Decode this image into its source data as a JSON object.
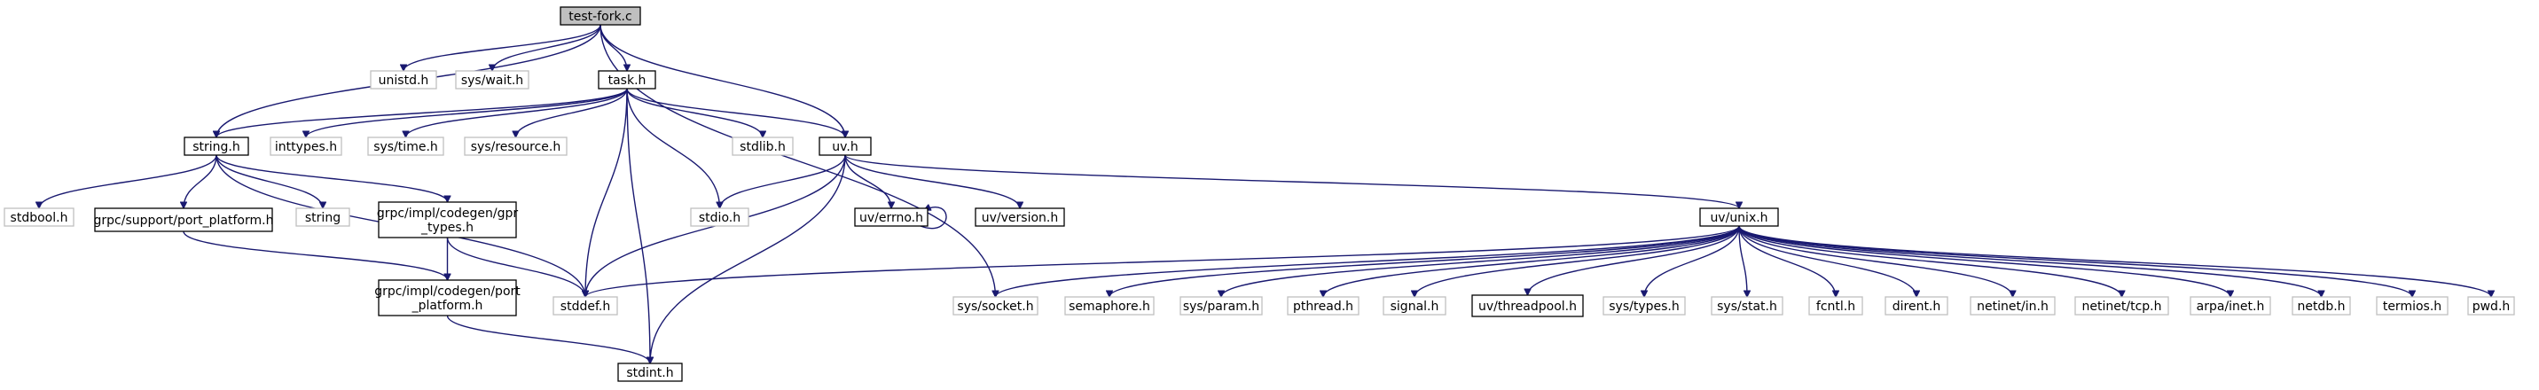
{
  "diagram": {
    "style": {
      "edge_color": "#191970",
      "root_fill": "#bfbfbf",
      "documented_border": "#000000",
      "external_border": "#bfbfbf",
      "background": "#ffffff"
    },
    "nodes": [
      {
        "id": "test_fork_c",
        "label": "test-fork.c",
        "kind": "root"
      },
      {
        "id": "unistd_h",
        "label": "unistd.h",
        "kind": "external"
      },
      {
        "id": "sys_wait_h",
        "label": "sys/wait.h",
        "kind": "external"
      },
      {
        "id": "task_h",
        "label": "task.h",
        "kind": "documented"
      },
      {
        "id": "uv_h",
        "label": "uv.h",
        "kind": "documented"
      },
      {
        "id": "string_h",
        "label": "string.h",
        "kind": "documented"
      },
      {
        "id": "inttypes_h",
        "label": "inttypes.h",
        "kind": "external"
      },
      {
        "id": "sys_time_h",
        "label": "sys/time.h",
        "kind": "external"
      },
      {
        "id": "sys_resource_h",
        "label": "sys/resource.h",
        "kind": "external"
      },
      {
        "id": "stdlib_h",
        "label": "stdlib.h",
        "kind": "external"
      },
      {
        "id": "stdbool_h",
        "label": "stdbool.h",
        "kind": "external"
      },
      {
        "id": "port_platform_h",
        "label": "grpc/support/port_platform.h",
        "kind": "documented"
      },
      {
        "id": "string_ext",
        "label": "string",
        "kind": "external"
      },
      {
        "id": "gpr_types_h",
        "label": "grpc/impl/codegen/gpr\n_types.h",
        "kind": "documented"
      },
      {
        "id": "stdio_h",
        "label": "stdio.h",
        "kind": "external"
      },
      {
        "id": "uv_errno_h",
        "label": "uv/errno.h",
        "kind": "documented"
      },
      {
        "id": "uv_version_h",
        "label": "uv/version.h",
        "kind": "documented"
      },
      {
        "id": "uv_unix_h",
        "label": "uv/unix.h",
        "kind": "documented"
      },
      {
        "id": "codegen_port_platform_h",
        "label": "grpc/impl/codegen/port\n_platform.h",
        "kind": "documented"
      },
      {
        "id": "stddef_h",
        "label": "stddef.h",
        "kind": "external"
      },
      {
        "id": "stdint_h",
        "label": "stdint.h",
        "kind": "documented"
      },
      {
        "id": "sys_socket_h",
        "label": "sys/socket.h",
        "kind": "external"
      },
      {
        "id": "semaphore_h",
        "label": "semaphore.h",
        "kind": "external"
      },
      {
        "id": "sys_param_h",
        "label": "sys/param.h",
        "kind": "external"
      },
      {
        "id": "pthread_h",
        "label": "pthread.h",
        "kind": "external"
      },
      {
        "id": "signal_h",
        "label": "signal.h",
        "kind": "external"
      },
      {
        "id": "uv_threadpool_h",
        "label": "uv/threadpool.h",
        "kind": "documented"
      },
      {
        "id": "sys_types_h",
        "label": "sys/types.h",
        "kind": "external"
      },
      {
        "id": "sys_stat_h",
        "label": "sys/stat.h",
        "kind": "external"
      },
      {
        "id": "fcntl_h",
        "label": "fcntl.h",
        "kind": "external"
      },
      {
        "id": "dirent_h",
        "label": "dirent.h",
        "kind": "external"
      },
      {
        "id": "netinet_in_h",
        "label": "netinet/in.h",
        "kind": "external"
      },
      {
        "id": "netinet_tcp_h",
        "label": "netinet/tcp.h",
        "kind": "external"
      },
      {
        "id": "arpa_inet_h",
        "label": "arpa/inet.h",
        "kind": "external"
      },
      {
        "id": "netdb_h",
        "label": "netdb.h",
        "kind": "external"
      },
      {
        "id": "termios_h",
        "label": "termios.h",
        "kind": "external"
      },
      {
        "id": "pwd_h",
        "label": "pwd.h",
        "kind": "external"
      }
    ],
    "edges": [
      [
        "test_fork_c",
        "unistd_h"
      ],
      [
        "test_fork_c",
        "sys_wait_h"
      ],
      [
        "test_fork_c",
        "task_h"
      ],
      [
        "test_fork_c",
        "uv_h"
      ],
      [
        "test_fork_c",
        "string_h"
      ],
      [
        "test_fork_c",
        "sys_socket_h"
      ],
      [
        "task_h",
        "string_h"
      ],
      [
        "task_h",
        "inttypes_h"
      ],
      [
        "task_h",
        "sys_time_h"
      ],
      [
        "task_h",
        "sys_resource_h"
      ],
      [
        "task_h",
        "stdlib_h"
      ],
      [
        "task_h",
        "uv_h"
      ],
      [
        "task_h",
        "stdio_h"
      ],
      [
        "task_h",
        "stddef_h"
      ],
      [
        "task_h",
        "stdint_h"
      ],
      [
        "string_h",
        "stdbool_h"
      ],
      [
        "string_h",
        "port_platform_h"
      ],
      [
        "string_h",
        "string_ext"
      ],
      [
        "string_h",
        "gpr_types_h"
      ],
      [
        "string_h",
        "stddef_h"
      ],
      [
        "port_platform_h",
        "codegen_port_platform_h"
      ],
      [
        "gpr_types_h",
        "codegen_port_platform_h"
      ],
      [
        "gpr_types_h",
        "stddef_h"
      ],
      [
        "codegen_port_platform_h",
        "stdint_h"
      ],
      [
        "uv_h",
        "stdio_h"
      ],
      [
        "uv_h",
        "stddef_h"
      ],
      [
        "uv_h",
        "stdint_h"
      ],
      [
        "uv_h",
        "uv_errno_h"
      ],
      [
        "uv_h",
        "uv_version_h"
      ],
      [
        "uv_h",
        "uv_unix_h"
      ],
      [
        "uv_errno_h",
        "uv_errno_h"
      ],
      [
        "uv_unix_h",
        "stddef_h"
      ],
      [
        "uv_unix_h",
        "sys_socket_h"
      ],
      [
        "uv_unix_h",
        "semaphore_h"
      ],
      [
        "uv_unix_h",
        "sys_param_h"
      ],
      [
        "uv_unix_h",
        "pthread_h"
      ],
      [
        "uv_unix_h",
        "signal_h"
      ],
      [
        "uv_unix_h",
        "uv_threadpool_h"
      ],
      [
        "uv_unix_h",
        "sys_types_h"
      ],
      [
        "uv_unix_h",
        "sys_stat_h"
      ],
      [
        "uv_unix_h",
        "fcntl_h"
      ],
      [
        "uv_unix_h",
        "dirent_h"
      ],
      [
        "uv_unix_h",
        "netinet_in_h"
      ],
      [
        "uv_unix_h",
        "netinet_tcp_h"
      ],
      [
        "uv_unix_h",
        "arpa_inet_h"
      ],
      [
        "uv_unix_h",
        "netdb_h"
      ],
      [
        "uv_unix_h",
        "termios_h"
      ],
      [
        "uv_unix_h",
        "pwd_h"
      ]
    ]
  }
}
